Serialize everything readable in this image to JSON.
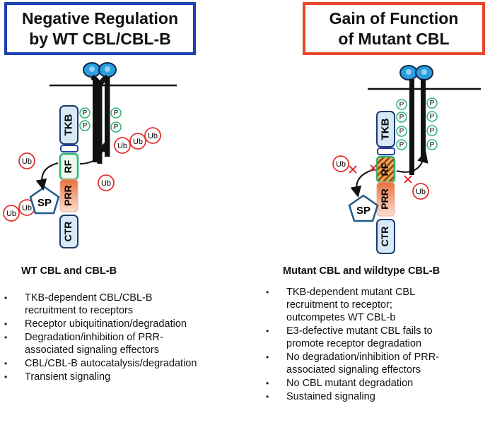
{
  "left_panel": {
    "title": "Negative Regulation\nby WT CBL/CBL-B",
    "heading": "WT CBL and CBL-B",
    "bullets": [
      "TKB-dependent CBL/CBL-B\nrecruitment to receptors",
      "Receptor ubiquitination/degradation",
      "Degradation/inhibition  of PRR-\nassociated signaling effectors",
      "CBL/CBL-B autocatalysis/degradation",
      "Transient signaling"
    ]
  },
  "right_panel": {
    "title": "Gain of Function\nof Mutant CBL",
    "heading": "Mutant CBL and wildtype CBL-B",
    "bullets": [
      "TKB-dependent mutant CBL\nrecruitment to receptor;\noutcompetes WT CBL-b",
      "E3-defective mutant CBL  fails to\npromote receptor degradation",
      "No degradation/inhibition of PRR-\nassociated signaling effectors",
      "No CBL mutant degradation",
      "Sustained signaling"
    ]
  },
  "diagram_labels": {
    "tkb": "TKB",
    "rf": "RF",
    "prr": "PRR",
    "ctr": "CTR",
    "sp": "SP",
    "p": "P",
    "ub": "Ub"
  },
  "colors": {
    "left_border": "#1f3fb0",
    "right_border": "#e8462a",
    "receptor_ligand": "#2a9fe0",
    "phospho": "#2bb673",
    "ubiquitin": "#e53030",
    "tkb_box": "#d7e9f7",
    "rf_box": "#2bb673",
    "prr_box": "#f08a5d",
    "ctr_box": "#d7e9f7"
  }
}
